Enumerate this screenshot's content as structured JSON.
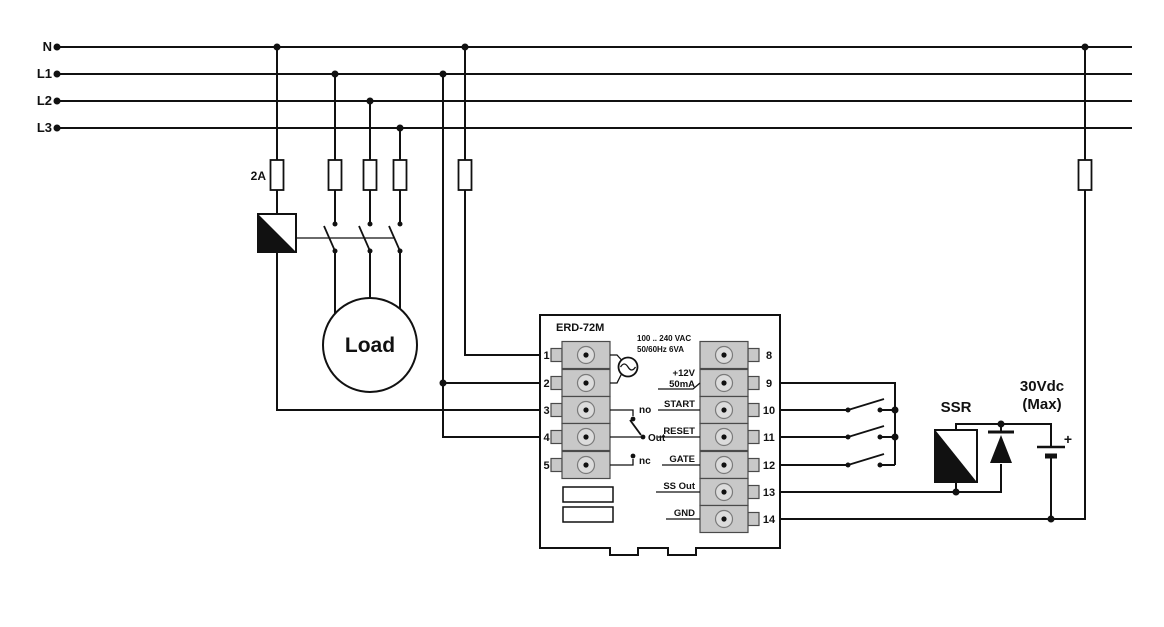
{
  "diagram": {
    "rails": {
      "n": "N",
      "l1": "L1",
      "l2": "L2",
      "l3": "L3"
    },
    "fuse_label": "2A",
    "load_label": "Load",
    "device": {
      "title": "ERD-72M",
      "power_rating_line1": "100 .. 240 VAC",
      "power_rating_line2": "50/60Hz 6VA",
      "left_terminals": [
        "1",
        "2",
        "3",
        "4",
        "5"
      ],
      "right_terminals": [
        "8",
        "9",
        "10",
        "11",
        "12",
        "13",
        "14"
      ],
      "relay_labels": {
        "no": "no",
        "common": "Out",
        "nc": "nc"
      },
      "io_labels": {
        "supply": "+12V",
        "current": "50mA",
        "start": "START",
        "reset": "RESET",
        "gate": "GATE",
        "ss_out": "SS Out",
        "gnd": "GND"
      }
    },
    "external": {
      "ssr": "SSR",
      "dc_line1": "30Vdc",
      "dc_line2": "(Max)",
      "plus": "+"
    },
    "colors": {
      "wire": "#111111",
      "terminal_block": "#c8c8c8",
      "symbol_fill": "#111111"
    }
  }
}
